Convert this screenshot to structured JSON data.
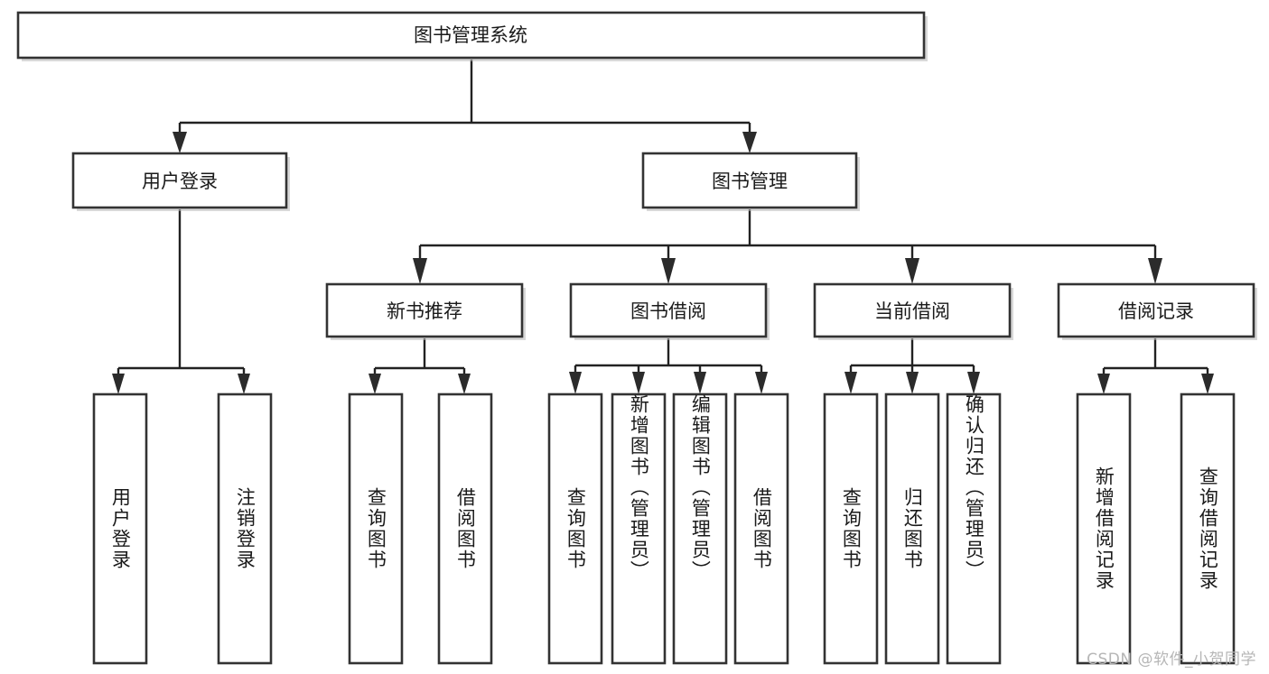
{
  "diagram": {
    "title": "图书管理系统",
    "type": "tree",
    "watermark": "CSDN @软件_小贺同学",
    "colors": {
      "box_stroke": "#333333",
      "box_fill": "#ffffff",
      "connector": "#222222",
      "text": "#1a1a1a",
      "watermark": "#b6b6b6",
      "background": "#ffffff"
    },
    "levels": {
      "root": {
        "label": "图书管理系统"
      },
      "level2": [
        {
          "label": "用户登录"
        },
        {
          "label": "图书管理"
        }
      ],
      "level3": [
        {
          "label": "新书推荐"
        },
        {
          "label": "图书借阅"
        },
        {
          "label": "当前借阅"
        },
        {
          "label": "借阅记录"
        }
      ],
      "leaves": [
        {
          "label": "用户登录",
          "parent": "用户登录"
        },
        {
          "label": "注销登录",
          "parent": "用户登录"
        },
        {
          "label": "查询图书",
          "parent": "新书推荐"
        },
        {
          "label": "借阅图书",
          "parent": "新书推荐"
        },
        {
          "label": "查询图书",
          "parent": "图书借阅"
        },
        {
          "label": "新增图书（管理员）",
          "parent": "图书借阅"
        },
        {
          "label": "编辑图书（管理员）",
          "parent": "图书借阅"
        },
        {
          "label": "借阅图书",
          "parent": "图书借阅"
        },
        {
          "label": "查询图书",
          "parent": "当前借阅"
        },
        {
          "label": "归还图书",
          "parent": "当前借阅"
        },
        {
          "label": "确认归还（管理员）",
          "parent": "当前借阅"
        },
        {
          "label": "新增借阅记录",
          "parent": "借阅记录"
        },
        {
          "label": "查询借阅记录",
          "parent": "借阅记录"
        }
      ]
    }
  }
}
